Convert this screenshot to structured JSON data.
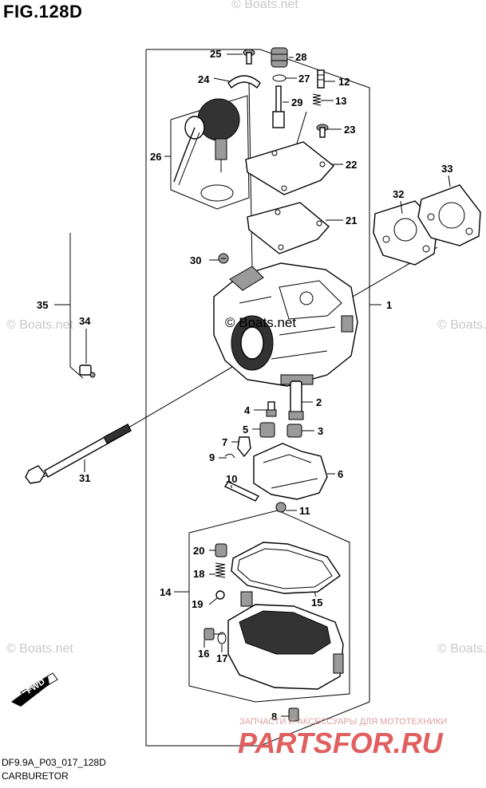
{
  "figure": {
    "title": "FIG.128D"
  },
  "footer": {
    "code": "DF9.9A_P03_017_128D",
    "subtitle": "CARBURETOR"
  },
  "watermarks": {
    "left_mid": "© Boats.net",
    "right_mid": "© Boats.net",
    "left_low": "© Boats.net",
    "right_low": "© Boats.net",
    "top": "© Boats.net",
    "center": "© Boats.net"
  },
  "shop_banner": {
    "tagline": "ЗАПЧАСТИ И АКСЕССУАРЫ ДЛЯ МОТОТЕХНИКИ",
    "logo": "PARTSFOR.RU"
  },
  "fwd_badge": {
    "label": "FWD"
  },
  "callouts": {
    "c1": "1",
    "c2": "2",
    "c3": "3",
    "c4": "4",
    "c5": "5",
    "c6": "6",
    "c7": "7",
    "c8": "8",
    "c9": "9",
    "c10": "10",
    "c11": "11",
    "c12": "12",
    "c13": "13",
    "c14": "14",
    "c15": "15",
    "c16": "16",
    "c17": "17",
    "c18": "18",
    "c19": "19",
    "c20": "20",
    "c21": "21",
    "c22": "22",
    "c23": "23",
    "c24": "24",
    "c25": "25",
    "c26": "26",
    "c27": "27",
    "c28": "28",
    "c29": "29",
    "c30": "30",
    "c31": "31",
    "c32": "32",
    "c33": "33",
    "c34": "34",
    "c35": "35"
  }
}
